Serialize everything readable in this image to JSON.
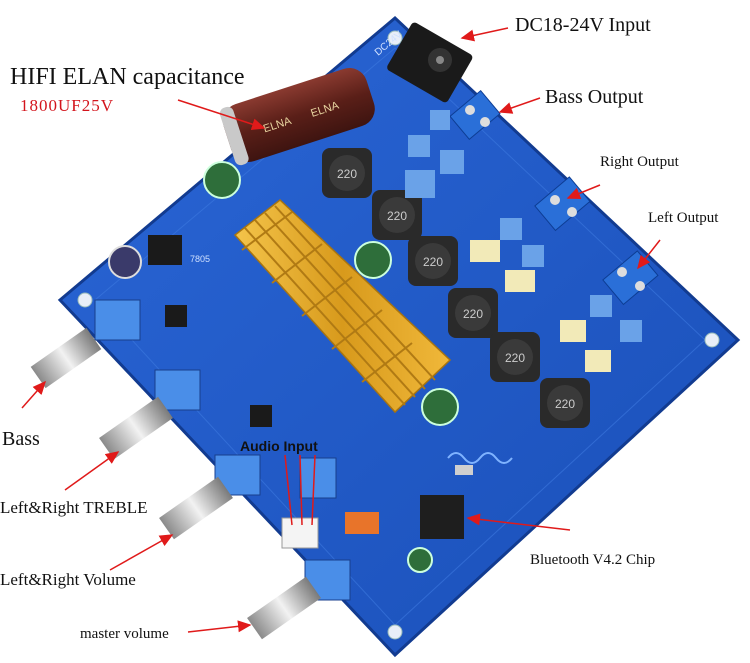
{
  "labels": {
    "dc_input": "DC18-24V Input",
    "capacitor_title": "HIFI ELAN capacitance",
    "capacitor_spec": "1800UF25V",
    "bass_output": "Bass Output",
    "right_output": "Right Output",
    "left_output": "Left Output",
    "bass": "Bass",
    "treble": "Left&Right TREBLE",
    "audio_input": "Audio Input",
    "volume": "Left&Right Volume",
    "bluetooth_chip": "Bluetooth V4.2 Chip",
    "master_volume": "master volume"
  },
  "board": {
    "dc_marking": "DC24V",
    "inductor_marking": "220",
    "capacitor_marking": "ELNA",
    "regulator_marking": "7805"
  },
  "colors": {
    "pcb": "#1f58c8",
    "heatsink": "#e0a828",
    "capacitor": "#6b2a22",
    "arrow": "#e01a1a"
  }
}
